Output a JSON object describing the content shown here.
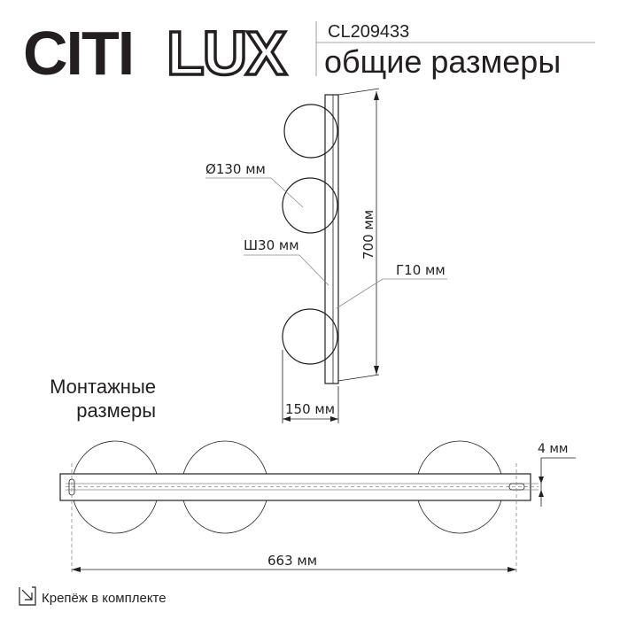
{
  "brand": {
    "logo_solid": "CITI",
    "logo_outline": "LUX"
  },
  "header": {
    "model": "CL209433",
    "title": "общие размеры"
  },
  "front_view": {
    "diameter_label": "Ø130 мм",
    "width_label": "Ш30 мм",
    "height_label": "700 мм",
    "depth_label": "Г10 мм",
    "projection_label": "150 мм"
  },
  "mounting": {
    "title_line1": "Монтажные",
    "title_line2": "размеры",
    "length_label": "663 мм",
    "slot_label": "4 мм"
  },
  "footer": {
    "icon": "mounting-kit-arrow-icon",
    "text": "Крепёж в комплекте"
  },
  "colors": {
    "ink": "#231f20",
    "guide": "#8a8a8a"
  }
}
